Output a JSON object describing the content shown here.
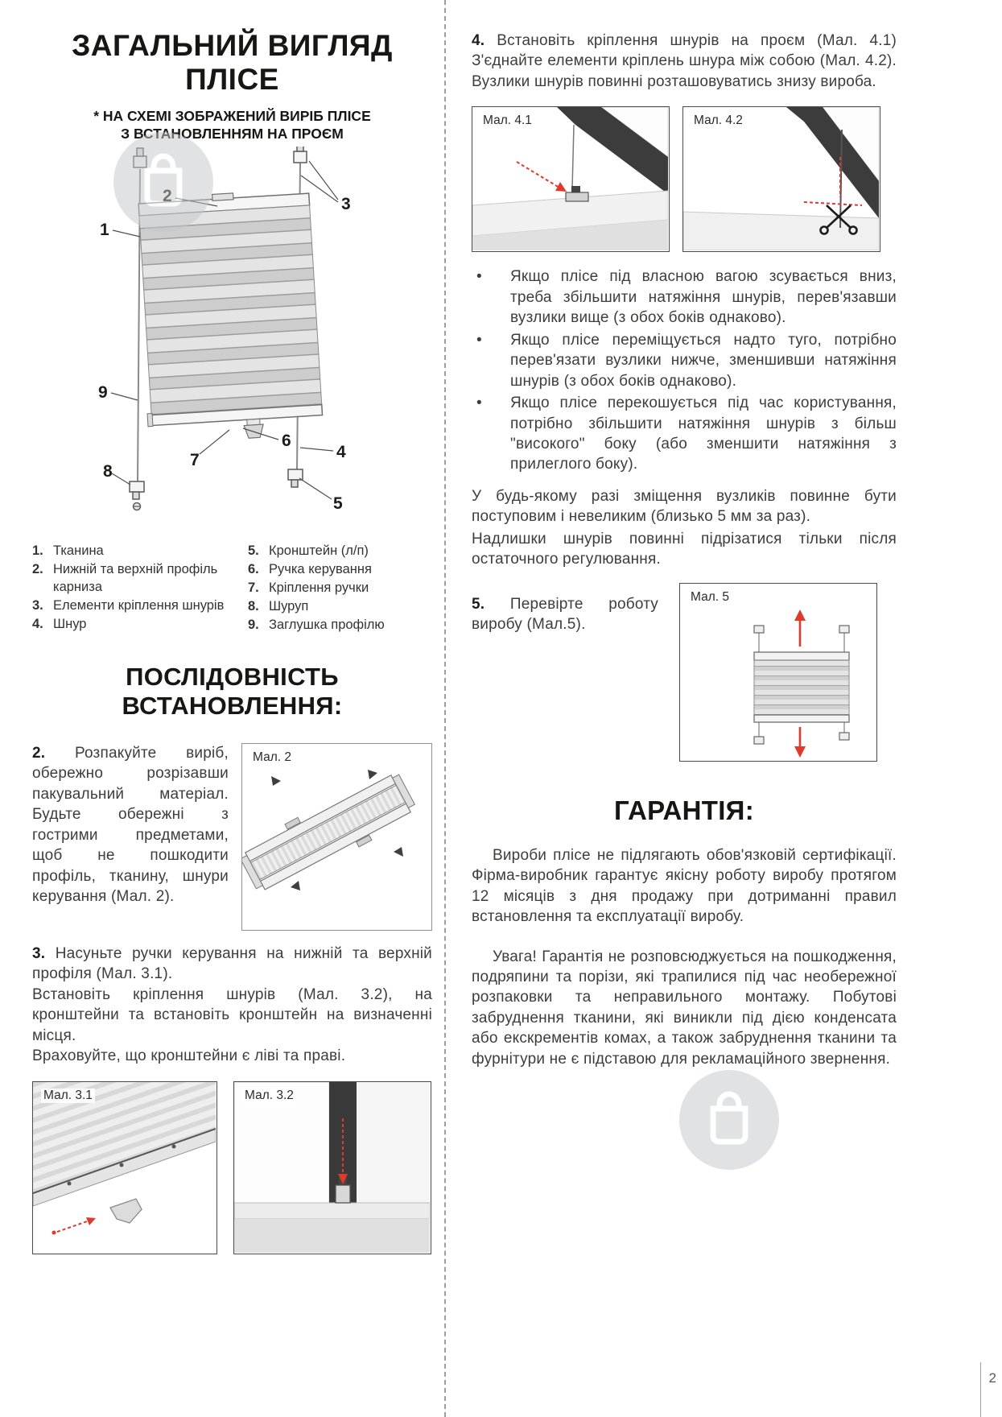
{
  "page_number": "2",
  "colors": {
    "accent_red": "#e0392e",
    "text": "#3d3d3c",
    "title": "#161615",
    "border": "#4a4a49",
    "watermark_gray": "#c3c7ca"
  },
  "left": {
    "title_line1": "ЗАГАЛЬНИЙ ВИГЛЯД",
    "title_line2": "ПЛІСЕ",
    "subtitle_line1": "* НА СХЕМІ ЗОБРАЖЕНИЙ ВИРІБ ПЛІСЕ",
    "subtitle_line2": "З ВСТАНОВЛЕННЯМ НА ПРОЄМ",
    "diagram_numbers": [
      "1",
      "2",
      "3",
      "4",
      "5",
      "6",
      "7",
      "8",
      "9"
    ],
    "legend_col1": [
      {
        "n": "1.",
        "t": "Тканина"
      },
      {
        "n": "2.",
        "t": "Нижній та верхній профіль карниза"
      },
      {
        "n": "3.",
        "t": "Елементи кріплення шнурів"
      },
      {
        "n": "4.",
        "t": "Шнур"
      }
    ],
    "legend_col2": [
      {
        "n": "5.",
        "t": "Кронштейн (л/п)"
      },
      {
        "n": "6.",
        "t": "Ручка керування"
      },
      {
        "n": "7.",
        "t": "Кріплення ручки"
      },
      {
        "n": "8.",
        "t": "Шуруп"
      },
      {
        "n": "9.",
        "t": "Заглушка профілю"
      }
    ],
    "sequence_title": "ПОСЛІДОВНІСТЬ ВСТАНОВЛЕННЯ:",
    "step2": {
      "num": "2.",
      "text": "Розпакуйте виріб, обережно розрізавши пакувальний матеріал. Будьте обережні з гострими предметами, щоб не пошкодити профіль, тканину, шнури керування (Мал. 2)."
    },
    "fig2_label": "Мал. 2",
    "step3": {
      "num": "3.",
      "line1": "Насуньте ручки керування на нижній та верхній профіля (Мал. 3.1).",
      "line2": "Встановіть кріплення шнурів (Мал. 3.2), на кронштейни та встановіть кронштейн на визначенні місця.",
      "line3": "Враховуйте, що кронштейни є ліві та праві."
    },
    "fig31_label": "Мал. 3.1",
    "fig32_label": "Мал. 3.2"
  },
  "right": {
    "step4": {
      "num": "4.",
      "text": "Встановіть кріплення шнурів на проєм (Мал. 4.1) З'єднайте елементи кріплень шнура між собою (Мал. 4.2). Вузлики шнурів повинні розташовуватись знизу вироба."
    },
    "fig41_label": "Мал. 4.1",
    "fig42_label": "Мал. 4.2",
    "bullet_char": "•",
    "bullets": [
      "Якщо плісе під власною вагою зсувається вниз, треба збільшити натяжіння шнурів, перев'язавши вузлики вище (з обох боків однаково).",
      "Якщо плісе переміщується надто туго, потрібно перев'язати вузлики нижче, зменшивши натяжіння шнурів (з обох боків однаково).",
      "Якщо плісе перекошується під час користування, потрібно збільшити натяжіння шнурів з більш \"високого\" боку (або зменшити натяжіння з прилеглого боку)."
    ],
    "note1": "У будь-якому разі зміщення вузликів повинне бути поступовим і невеликим (близько 5 мм за раз).",
    "note2": "Надлишки шнурів повинні підрізатися тільки після остаточного регулювання.",
    "step5": {
      "num": "5.",
      "text": "Перевірте роботу виробу (Мал.5)."
    },
    "fig5_label": "Мал. 5",
    "warranty_title": "ГАРАНТІЯ:",
    "warranty_p1": "Вироби плісе не підлягають обов'язковій сертифікації. Фірма-виробник гарантує якісну роботу виробу протягом 12 місяців з дня продажу при дотриманні правил встановлення та експлуатації виробу.",
    "warranty_p2": "Увага! Гарантія не розповсюджується на пошкодження, подряпини та порізи, які трапилися під час необережної розпаковки та неправильного монтажу. Побутові забруднення тканини, які виникли під дією конденсата або екскрементів комах, а також забруднення тканини та фурнітури не є підставою для рекламаційного звернення."
  }
}
